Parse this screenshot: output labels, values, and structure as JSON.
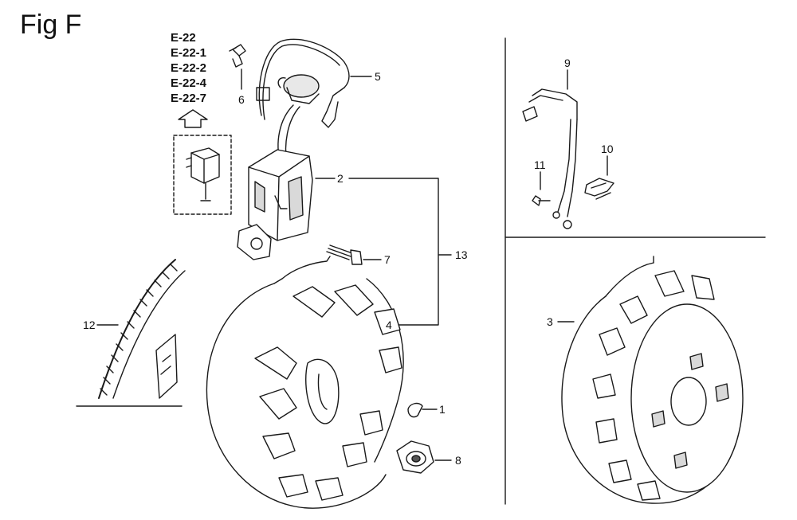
{
  "title": "Fig F",
  "reference_codes": [
    "E-22",
    "E-22-1",
    "E-22-2",
    "E-22-4",
    "E-22-7"
  ],
  "callouts": [
    "1",
    "2",
    "3",
    "4",
    "5",
    "6",
    "7",
    "8",
    "9",
    "10",
    "11",
    "12",
    "13"
  ],
  "colors": {
    "line": "#1a1a1a",
    "shade": "#d9d9d9",
    "background": "#ffffff"
  }
}
